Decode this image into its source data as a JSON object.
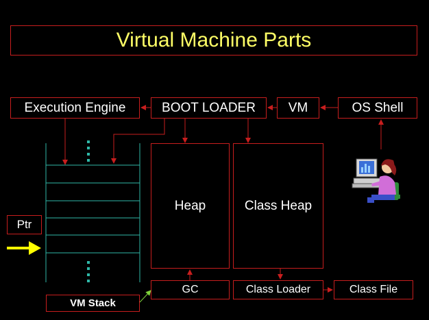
{
  "title": "Virtual Machine Parts",
  "boxes": {
    "execution_engine": "Execution Engine",
    "boot_loader": "BOOT LOADER",
    "vm": "VM",
    "os_shell": "OS Shell",
    "heap": "Heap",
    "class_heap": "Class Heap",
    "ptr": "Ptr",
    "gc": "GC",
    "class_loader": "Class Loader",
    "class_file": "Class File",
    "vm_stack": "VM Stack"
  },
  "colors": {
    "background": "#000000",
    "border": "#c81e1e",
    "title_text": "#ffff66",
    "stack_lines": "#2fb8a8",
    "pointer_arrow": "#ffff00",
    "vm_stack_link": "#7fd13b"
  },
  "icons": {
    "user": "person-at-computer-icon"
  }
}
